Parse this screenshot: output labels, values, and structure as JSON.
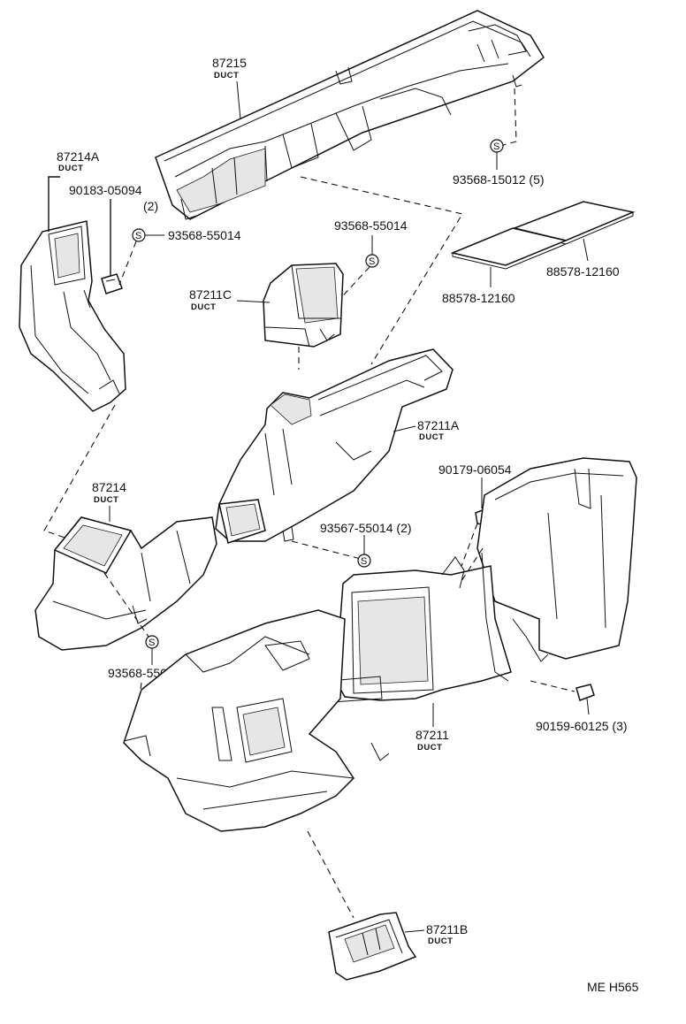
{
  "labels": {
    "p87215": "87215",
    "p87215_sub": "DUCT",
    "p87214A": "87214A",
    "p87214A_sub": "DUCT",
    "p90183": "90183-05094",
    "p90183_qty": "(2)",
    "p93568_left": "93568-55014",
    "p93568_mid": "93568-55014",
    "p93568_15012": "93568-15012 (5)",
    "p88578_a": "88578-12160",
    "p88578_b": "88578-12160",
    "p87211C": "87211C",
    "p87211C_sub": "DUCT",
    "p87211A": "87211A",
    "p87211A_sub": "DUCT",
    "p90179": "90179-06054",
    "p87214": "87214",
    "p87214_sub": "DUCT",
    "p93567": "93567-55014 (2)",
    "p93568_low": "93568-55014",
    "p87211": "87211",
    "p87211_sub": "DUCT",
    "p90159": "90159-60125 (3)",
    "p87211B": "87211B",
    "p87211B_sub": "DUCT",
    "ref": "ME  H565"
  },
  "symbols": {
    "screw_mark": "S"
  }
}
